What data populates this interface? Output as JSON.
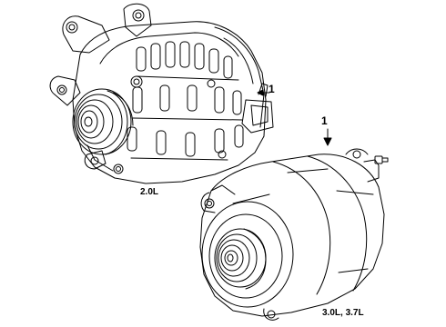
{
  "diagram": {
    "callouts": [
      {
        "id": "top",
        "text": "1"
      },
      {
        "id": "bottom",
        "text": "1"
      }
    ],
    "engine_labels": {
      "upper": "2.0L",
      "lower": "3.0L, 3.7L"
    },
    "colors": {
      "line": "#000000",
      "background": "#ffffff"
    }
  }
}
